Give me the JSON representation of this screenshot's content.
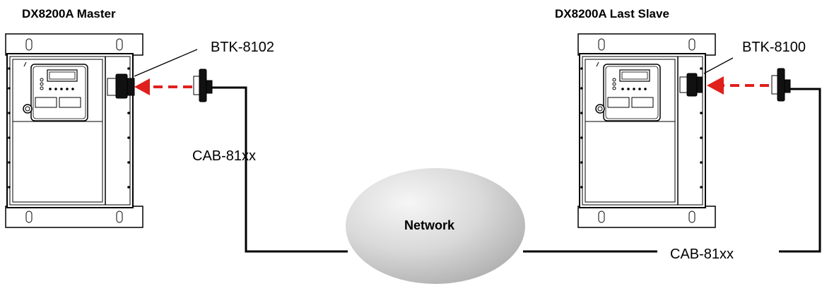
{
  "master": {
    "title": "DX8200A Master",
    "connector_label": "BTK-8102",
    "cable_label": "CAB-81xx"
  },
  "slave": {
    "title": "DX8200A Last Slave",
    "connector_label": "BTK-8100",
    "cable_label": "CAB-81xx"
  },
  "network": {
    "label": "Network"
  },
  "colors": {
    "arrow": "#e0201c",
    "line": "#000000",
    "cloud_light": "#f4f4f4",
    "cloud_dark": "#b4b4b4"
  }
}
